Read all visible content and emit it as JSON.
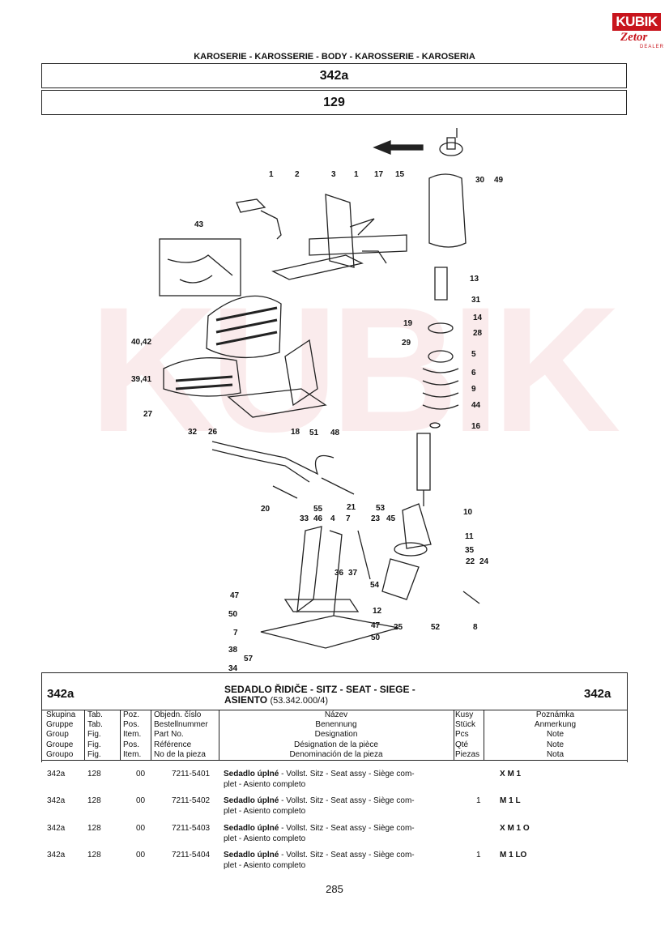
{
  "brand": {
    "logo_text": "KUBIK",
    "logo_sub": "Zetor",
    "logo_tag": "DEALER"
  },
  "header": {
    "title": "KAROSERIE - KAROSSERIE - BODY - KAROSSERIE - KAROSERIA",
    "group": "342a",
    "figure": "129"
  },
  "diagram": {
    "labels": [
      "1",
      "2",
      "3",
      "1",
      "17",
      "15",
      "30",
      "49",
      "43",
      "13",
      "31",
      "14",
      "19",
      "28",
      "29",
      "5",
      "40,42",
      "6",
      "39,41",
      "9",
      "27",
      "44",
      "32",
      "26",
      "18",
      "51",
      "48",
      "16",
      "53",
      "20",
      "55",
      "21",
      "10",
      "33",
      "46",
      "4",
      "7",
      "23",
      "45",
      "11",
      "35",
      "22",
      "24",
      "36",
      "37",
      "54",
      "47",
      "12",
      "50",
      "25",
      "52",
      "8",
      "7",
      "47",
      "38",
      "57",
      "50",
      "34"
    ]
  },
  "table": {
    "group_code": "342a",
    "title_bold": "SEDADLO ŘIDIČE - SITZ - SEAT - SIEGE -",
    "title_bold2": "ASIENTO",
    "title_ref": "(53.342.000/4)",
    "headers": {
      "group": [
        "Skupina",
        "Gruppe",
        "Group",
        "Groupe",
        "Groupo"
      ],
      "fig": [
        "Tab.",
        "Tab.",
        "Fig.",
        "Fig.",
        "Fig."
      ],
      "pos": [
        "Poz.",
        "Pos.",
        "Item.",
        "Pos.",
        "Item."
      ],
      "part": [
        "Objedn. číslo",
        "Bestellnummer",
        "Part No.",
        "Référence",
        "No de la pieza"
      ],
      "name": [
        "Název",
        "Benennung",
        "Designation",
        "Désignation de la pièce",
        "Denominación de la pieza"
      ],
      "qty": [
        "Kusy",
        "Stück",
        "Pcs",
        "Qté",
        "Piezas"
      ],
      "note": [
        "Poznámka",
        "Anmerkung",
        "Note",
        "Note",
        "Nota"
      ]
    },
    "rows": [
      {
        "group": "342a",
        "fig": "128",
        "pos": "00",
        "part": "7211-5401",
        "name_bold": "Sedadlo úplné",
        "name_rest": "- Vollst. Sitz - Seat assy - Siège com-",
        "name_line2": "plet   - Asiento completo",
        "qty": "",
        "note": "X  M 1"
      },
      {
        "group": "342a",
        "fig": "128",
        "pos": "00",
        "part": "7211-5402",
        "name_bold": "Sedadlo úplné",
        "name_rest": "- Vollst. Sitz - Seat assy - Siège com-",
        "name_line2": "plet   - Asiento completo",
        "qty": "1",
        "note": "M 1 L"
      },
      {
        "group": "342a",
        "fig": "128",
        "pos": "00",
        "part": "7211-5403",
        "name_bold": "Sedadlo úplné",
        "name_rest": "- Vollst. Sitz - Seat assy - Siège com-",
        "name_line2": "plet   - Asiento completo",
        "qty": "",
        "note": "X  M 1 O"
      },
      {
        "group": "342a",
        "fig": "128",
        "pos": "00",
        "part": "7211-5404",
        "name_bold": "Sedadlo úplné",
        "name_rest": "- Vollst. Sitz - Seat assy - Siège com-",
        "name_line2": "plet   - Asiento completo",
        "qty": "1",
        "note": "M 1 LO"
      }
    ]
  },
  "footer": {
    "page_number": "285"
  }
}
